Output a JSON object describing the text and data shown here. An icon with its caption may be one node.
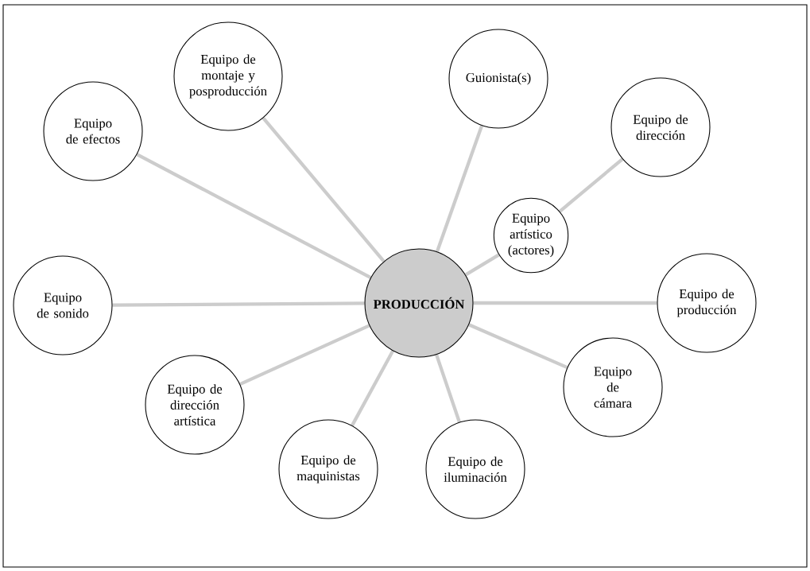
{
  "diagram": {
    "nodes": [
      {
        "text": [
          "PRODUCCIÓN"
        ]
      },
      {
        "text": [
          "Equipo de montaje y posproducción"
        ]
      },
      {
        "text": [
          "Guionista(s)"
        ]
      },
      {
        "text": [
          "Equipo de dirección"
        ]
      },
      {
        "text": [
          "Equipo artístico (actores)"
        ]
      },
      {
        "text": [
          "Equipo de efectos"
        ]
      },
      {
        "text": [
          "Equipo de producción"
        ]
      },
      {
        "text": [
          "Equipo de sonido"
        ]
      },
      {
        "text": [
          "Equipo de dirección artística"
        ]
      },
      {
        "text": [
          "Equipo de cámara"
        ]
      },
      {
        "text": [
          "Equipo de maquinistas"
        ]
      },
      {
        "text": [
          "Equipo de iluminación"
        ]
      }
    ],
    "edges": [
      {
        "from": 0,
        "to": 1,
        "arrow": "none"
      },
      {
        "from": 0,
        "to": 2,
        "arrow": "none"
      },
      {
        "from": 4,
        "to": 3,
        "arrow": "none"
      },
      {
        "from": 0,
        "to": 4,
        "arrow": "none"
      },
      {
        "from": 0,
        "to": 5,
        "arrow": "none"
      },
      {
        "from": 0,
        "to": 6,
        "arrow": "none"
      },
      {
        "from": 0,
        "to": 7,
        "arrow": "none"
      },
      {
        "from": 0,
        "to": 8,
        "arrow": "none"
      },
      {
        "from": 0,
        "to": 9,
        "arrow": "none"
      },
      {
        "from": 0,
        "to": 10,
        "arrow": "none"
      },
      {
        "from": 0,
        "to": 11,
        "arrow": "none"
      }
    ]
  }
}
